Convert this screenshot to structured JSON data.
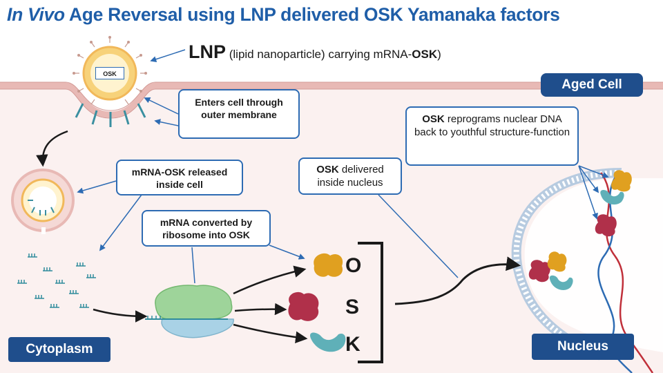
{
  "title": {
    "italic": "In Vivo",
    "rest": " Age Reversal using LNP delivered OSK Yamanaka factors"
  },
  "lnp_label": {
    "main": "LNP",
    "desc_pre": " (lipid nanoparticle) carrying mRNA-",
    "desc_bold": "OSK",
    "desc_post": ")"
  },
  "lnp_box_text": "OSK",
  "callouts": {
    "enters": "Enters cell through outer membrane",
    "released": "mRNA-OSK released inside cell",
    "converted": "mRNA converted by ribosome into OSK",
    "delivered_bold": "OSK",
    "delivered_rest": " delivered inside nucleus",
    "reprograms_bold": "OSK",
    "reprograms_rest": " reprograms nuclear DNA back to youthful structure-function"
  },
  "tags": {
    "aged_cell": "Aged Cell",
    "cytoplasm": "Cytoplasm",
    "nucleus": "Nucleus"
  },
  "factors": [
    "O",
    "S",
    "K"
  ],
  "colors": {
    "title_blue": "#1f5ea8",
    "tag_navy": "#1f4e8c",
    "callout_border": "#2d6bb3",
    "membrane_pink": "#e8b9b5",
    "cell_interior": "#fbf1f0",
    "factor_o": "#e0a020",
    "factor_s": "#b0304a",
    "factor_k": "#5fb0b8",
    "ribosome_green": "#9ed49a",
    "ribosome_blue": "#a9d2e6"
  }
}
